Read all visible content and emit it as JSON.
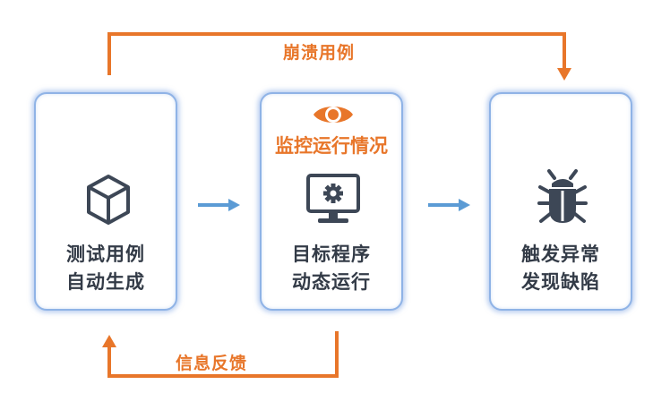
{
  "steps": [
    {
      "line1": "测试用例",
      "line2": "自动生成",
      "icon": "cube-icon"
    },
    {
      "line1": "目标程序",
      "line2": "动态运行",
      "icon": "monitor-gear-icon",
      "label": "监控运行情况",
      "label_icon": "eye-icon"
    },
    {
      "line1": "触发异常",
      "line2": "发现缺陷",
      "icon": "bug-icon"
    }
  ],
  "flows": {
    "crash_cases": "崩溃用例",
    "feedback": "信息反馈"
  },
  "colors": {
    "accent": "#e8762a",
    "arrow_blue": "#5b9bd5",
    "box_border": "#8fb3e6",
    "icon_dark": "#3d4756",
    "text": "#333b47"
  }
}
